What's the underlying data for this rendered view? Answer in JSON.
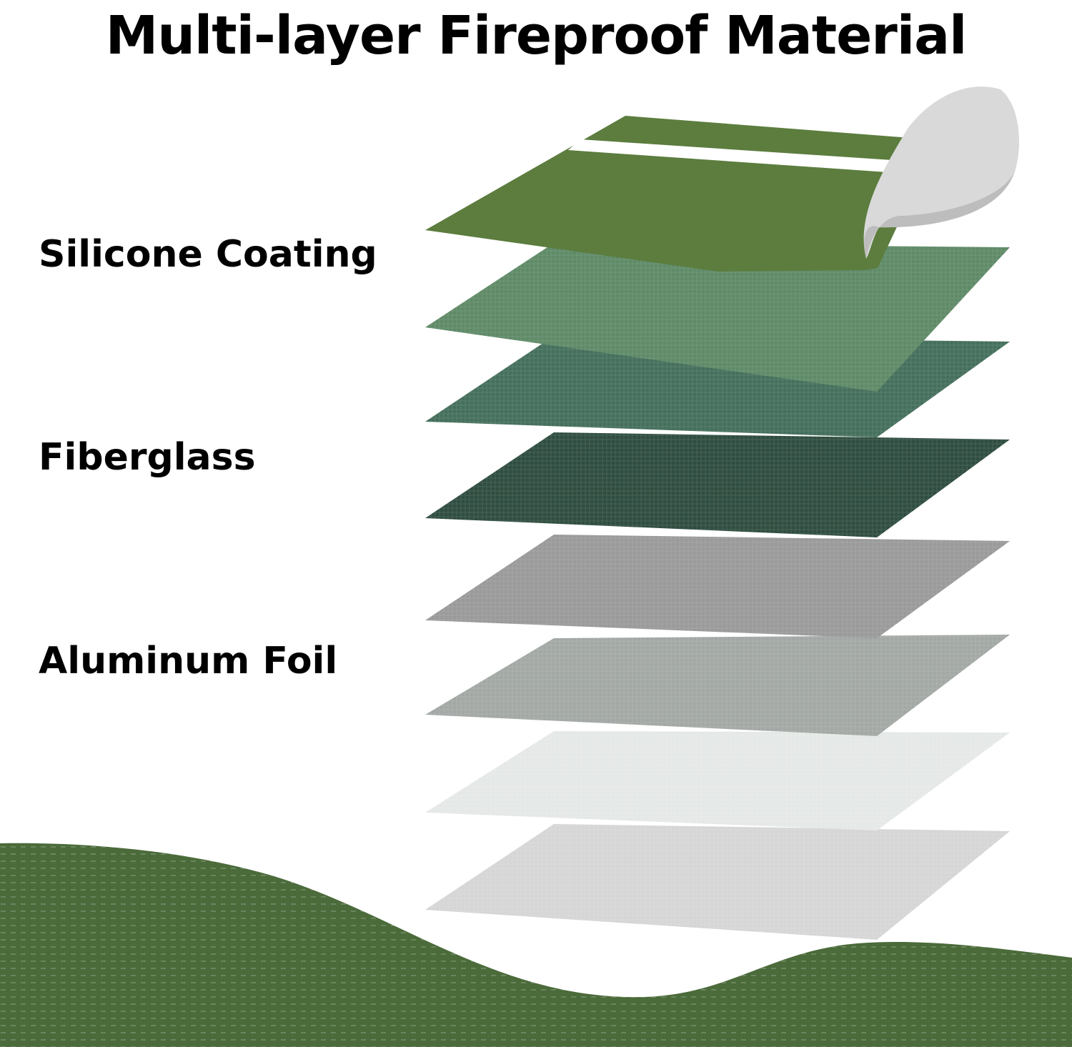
{
  "title": "Multi-layer Fireproof Material",
  "labels": {
    "silicone": "Silicone Coating",
    "fiberglass": "Fiberglass",
    "aluminum": "Aluminum Foil"
  },
  "colors": {
    "silicone_top": "#5c7d3e",
    "fiberglass_1": "#5f8a67",
    "fiberglass_2": "#456f5c",
    "fiberglass_3": "#2f4d40",
    "aluminum_1": "#9a9a9a",
    "aluminum_2": "#a3a8a5",
    "aluminum_3": "#e5e8e6",
    "aluminum_4": "#d6d6d6",
    "wave": "#4b6b3a"
  }
}
